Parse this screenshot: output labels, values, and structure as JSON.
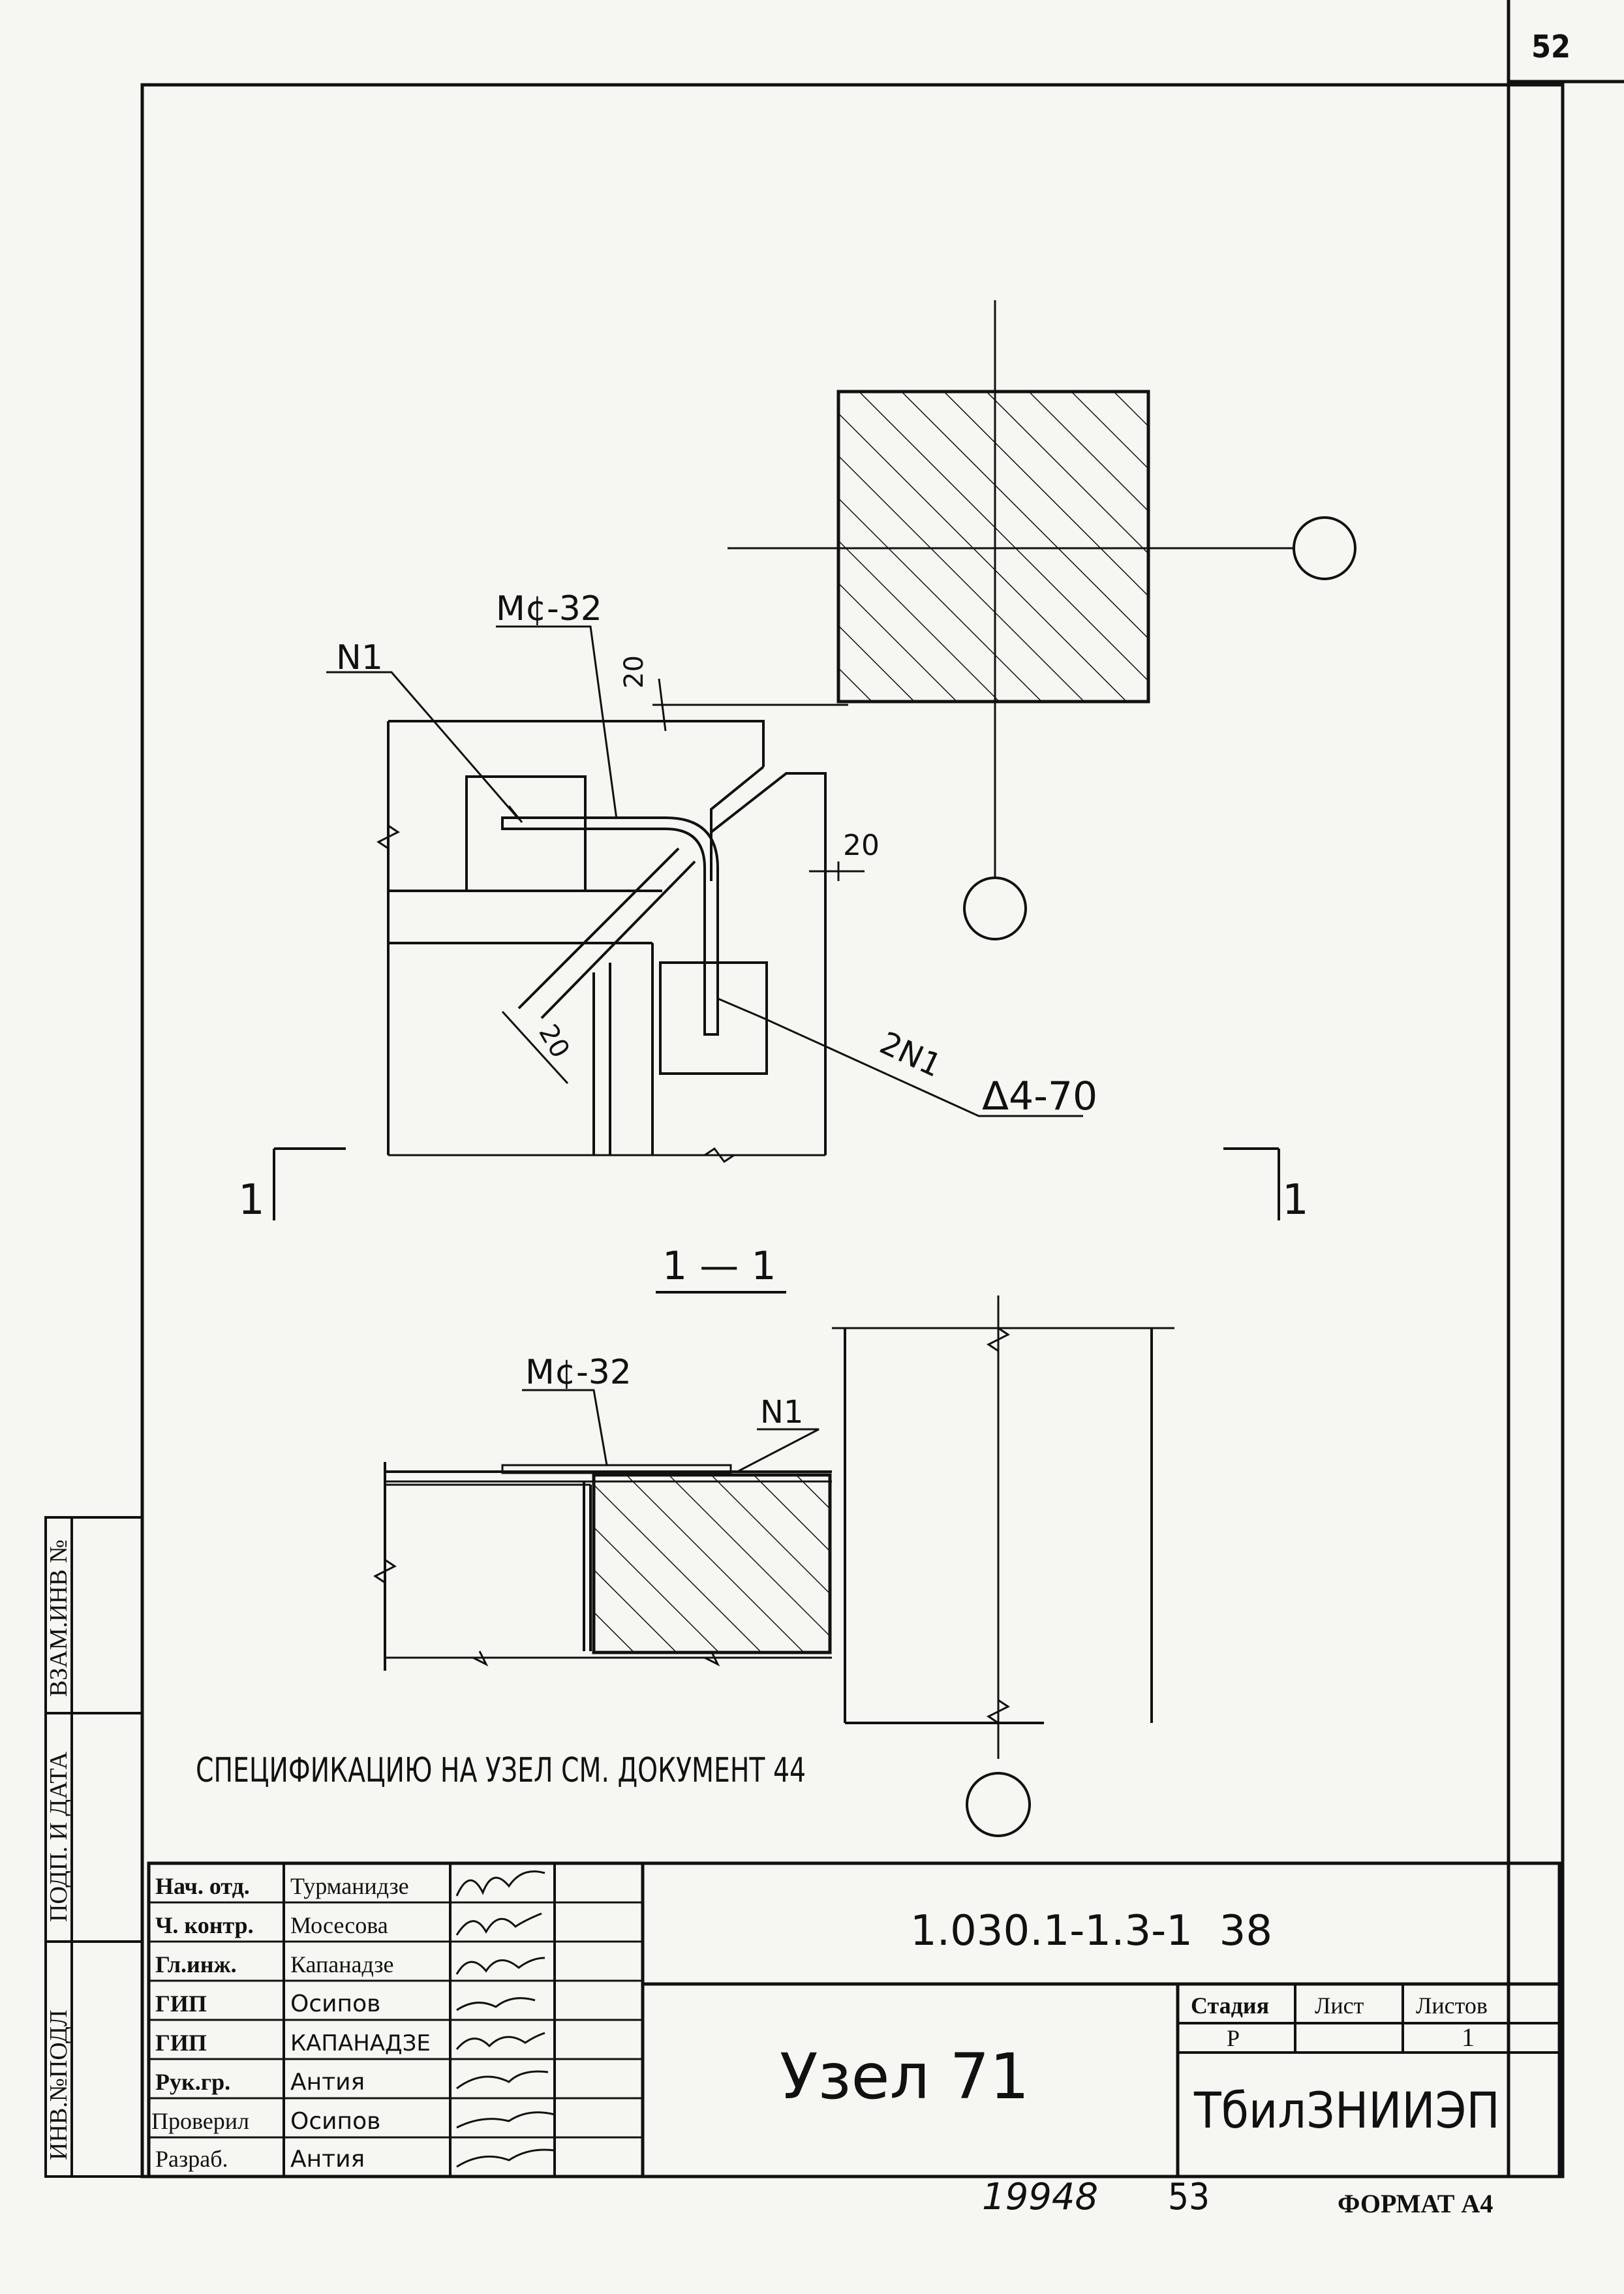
{
  "sheet_number": "52",
  "labels": {
    "n1": "N1",
    "mc32": "М¢-32",
    "dim20_top": "20",
    "dim20_right": "20",
    "dim20_diag": "20",
    "n1_2": "2N1",
    "weld": "Δ4-70",
    "section_mark_left": "1",
    "section_mark_right": "1",
    "section_title": "1 — 1",
    "mc32_section": "М¢-32",
    "n1_section": "N1"
  },
  "spec_note": "СПЕЦИФИКАЦИЮ НА УЗЕЛ СМ. ДОКУМЕНТ 44",
  "side_stamp": {
    "inv_podl": "ИНВ.№ПОДЛ",
    "podp_data": "ПОДП. И ДАТА",
    "vzam_inv": "ВЗАМ.ИНВ №"
  },
  "title_block": {
    "rows": [
      {
        "role": "Нач. отд.",
        "name": "Турманидзе"
      },
      {
        "role": "Ч. контр.",
        "name": "Мосесова"
      },
      {
        "role": "Гл.инж.",
        "name": "Капанадзе"
      },
      {
        "role": "ГИП",
        "name": "Осипов"
      },
      {
        "role": "ГИП",
        "name": "КАПАНАДЗЕ"
      },
      {
        "role": "Рук.гр.",
        "name": "Антия"
      },
      {
        "role": "Проверил",
        "name": "Осипов"
      },
      {
        "role": "Разраб.",
        "name": "Антия"
      }
    ],
    "doc_code": "1.030.1-1.3-1  38",
    "drawing_title": "Узел 71",
    "stage_header": "Стадия",
    "sheet_header": "Лист",
    "sheets_header": "Листов",
    "stage_value": "Р",
    "sheet_value": "",
    "sheets_value": "1",
    "organization": "ТбилЗНИИЭП"
  },
  "footer": {
    "number": "19948",
    "page": "53",
    "format": "ФОРМАТ А4"
  },
  "colors": {
    "ink": "#111111",
    "paper": "#f6f6f3"
  }
}
